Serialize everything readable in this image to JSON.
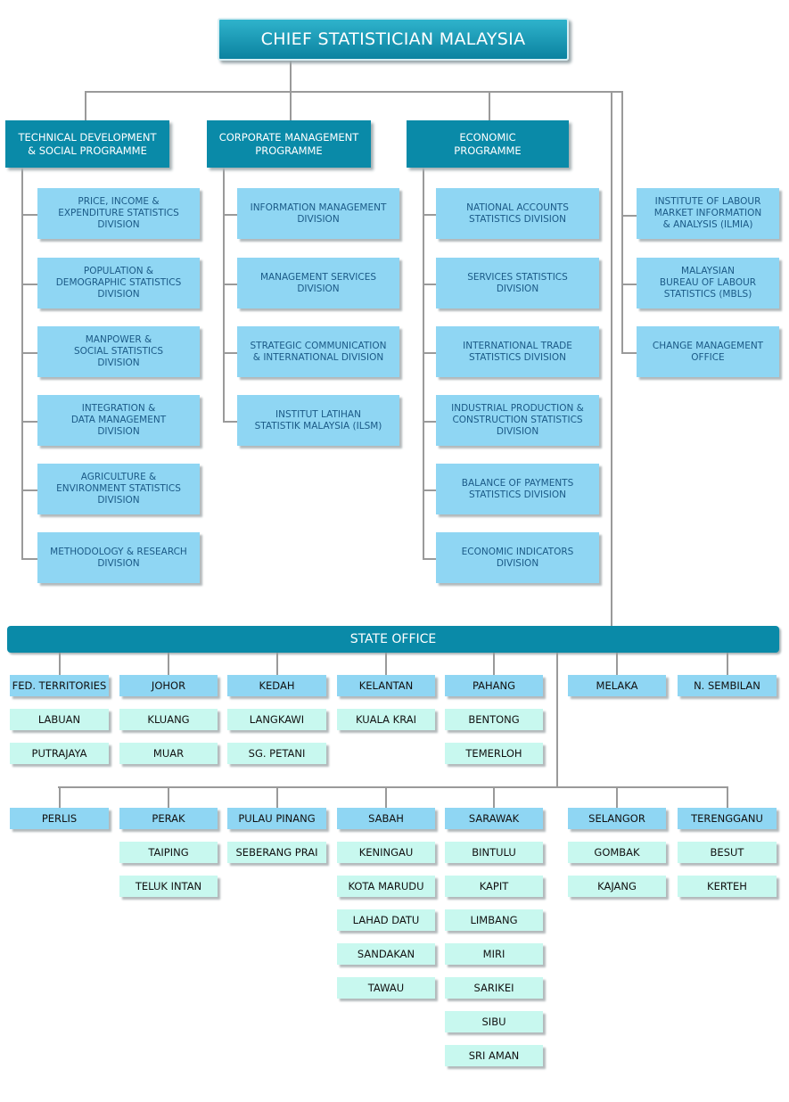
{
  "root": {
    "label": "CHIEF STATISTICIAN MALAYSIA"
  },
  "programmes": [
    {
      "label": "TECHNICAL DEVELOPMENT\n& SOCIAL PROGRAMME",
      "divisions": [
        "PRICE, INCOME &\nEXPENDITURE STATISTICS\nDIVISION",
        "POPULATION &\nDEMOGRAPHIC STATISTICS\nDIVISION",
        "MANPOWER &\nSOCIAL STATISTICS\nDIVISION",
        "INTEGRATION &\nDATA MANAGEMENT\nDIVISION",
        "AGRICULTURE &\nENVIRONMENT STATISTICS\nDIVISION",
        "METHODOLOGY & RESEARCH\nDIVISION"
      ]
    },
    {
      "label": "CORPORATE MANAGEMENT\nPROGRAMME",
      "divisions": [
        "INFORMATION MANAGEMENT\nDIVISION",
        "MANAGEMENT SERVICES\nDIVISION",
        "STRATEGIC COMMUNICATION\n& INTERNATIONAL DIVISION",
        "INSTITUT LATIHAN\nSTATISTIK MALAYSIA (ILSM)"
      ]
    },
    {
      "label": "ECONOMIC\nPROGRAMME",
      "divisions": [
        "NATIONAL ACCOUNTS\nSTATISTICS DIVISION",
        "SERVICES STATISTICS\nDIVISION",
        "INTERNATIONAL TRADE\nSTATISTICS DIVISION",
        "INDUSTRIAL PRODUCTION &\nCONSTRUCTION STATISTICS\nDIVISION",
        "BALANCE OF PAYMENTS\nSTATISTICS DIVISION",
        "ECONOMIC INDICATORS\nDIVISION"
      ]
    }
  ],
  "direct_units": [
    "INSTITUTE OF LABOUR\nMARKET INFORMATION\n& ANALYSIS (ILMIA)",
    "MALAYSIAN\nBUREAU OF LABOUR\nSTATISTICS (MBLS)",
    "CHANGE MANAGEMENT\nOFFICE"
  ],
  "state_office": {
    "label": "STATE OFFICE",
    "rows": [
      [
        {
          "name": "FED. TERRITORIES",
          "branches": [
            "LABUAN",
            "PUTRAJAYA"
          ]
        },
        {
          "name": "JOHOR",
          "branches": [
            "KLUANG",
            "MUAR"
          ]
        },
        {
          "name": "KEDAH",
          "branches": [
            "LANGKAWI",
            "SG. PETANI"
          ]
        },
        {
          "name": "KELANTAN",
          "branches": [
            "KUALA KRAI"
          ]
        },
        {
          "name": "PAHANG",
          "branches": [
            "BENTONG",
            "TEMERLOH"
          ]
        },
        {
          "name": "MELAKA",
          "branches": []
        },
        {
          "name": "N. SEMBILAN",
          "branches": []
        }
      ],
      [
        {
          "name": "PERLIS",
          "branches": []
        },
        {
          "name": "PERAK",
          "branches": [
            "TAIPING",
            "TELUK INTAN"
          ]
        },
        {
          "name": "PULAU PINANG",
          "branches": [
            "SEBERANG PRAI"
          ]
        },
        {
          "name": "SABAH",
          "branches": [
            "KENINGAU",
            "KOTA MARUDU",
            "LAHAD DATU",
            "SANDAKAN",
            "TAWAU"
          ]
        },
        {
          "name": "SARAWAK",
          "branches": [
            "BINTULU",
            "KAPIT",
            "LIMBANG",
            "MIRI",
            "SARIKEI",
            "SIBU",
            "SRI AMAN"
          ]
        },
        {
          "name": "SELANGOR",
          "branches": [
            "GOMBAK",
            "KAJANG"
          ]
        },
        {
          "name": "TERENGGANU",
          "branches": [
            "BESUT",
            "KERTEH"
          ]
        }
      ]
    ]
  }
}
